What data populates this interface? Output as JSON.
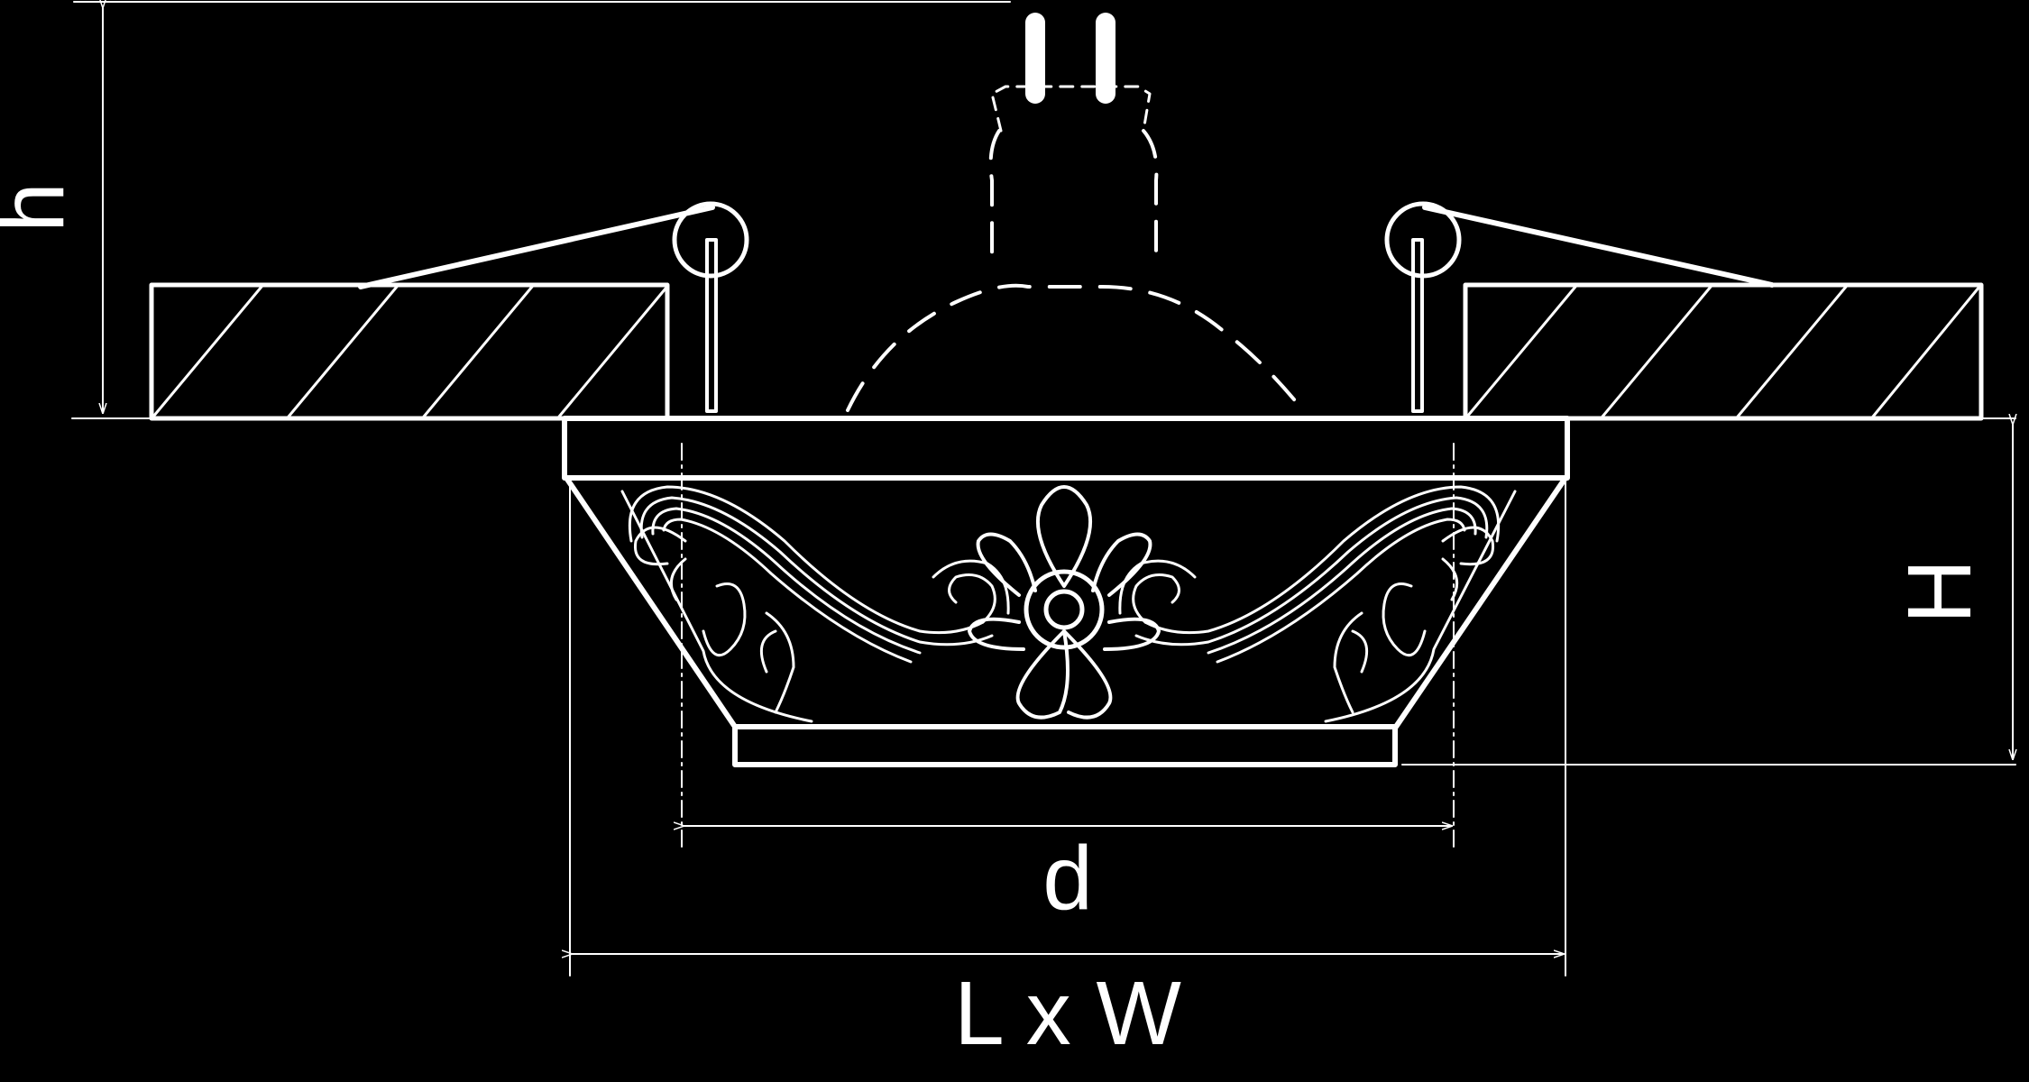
{
  "diagram": {
    "background_color": "#000000",
    "line_color": "#ffffff",
    "labels": {
      "height_h": "h",
      "height_H": "H",
      "diameter": "d",
      "length_width": "L x W"
    }
  }
}
